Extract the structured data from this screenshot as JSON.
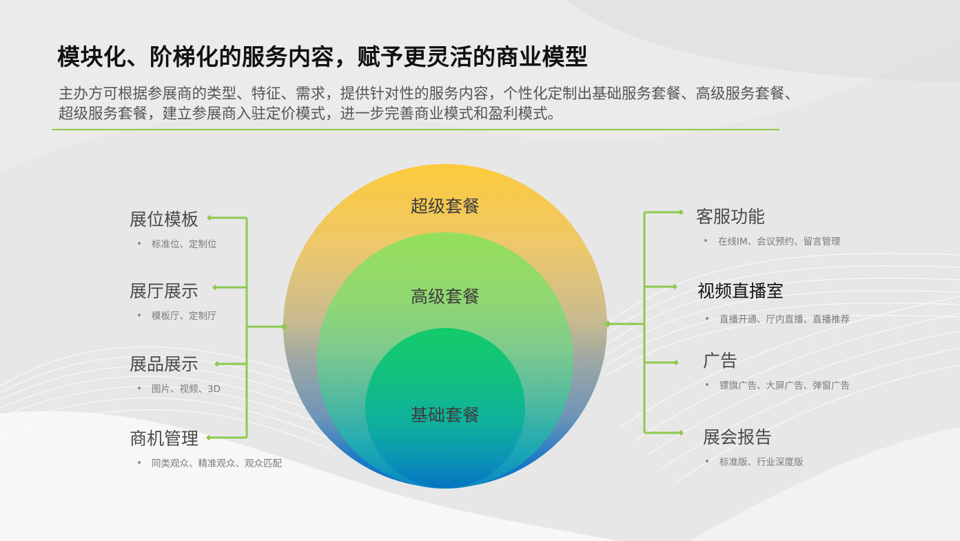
{
  "header": {
    "title": "模块化、阶梯化的服务内容，赋予更灵活的商业模型",
    "subtitle": "主办方可根据参展商的类型、特征、需求，提供针对性的服务内容，个性化定制出基础服务套餐、高级服务套餐、超级服务套餐，建立参展商入驻定价模式，进一步完善商业模式和盈利模式。"
  },
  "colors": {
    "accent_green": "#8dc94e",
    "outer_top": "#fcca3a",
    "outer_bottom": "#0a6ec4",
    "middle_top": "#95df5a",
    "inner_top": "#13cb6a"
  },
  "tiers": [
    {
      "label": "超级套餐"
    },
    {
      "label": "高级套餐"
    },
    {
      "label": "基础套餐"
    }
  ],
  "left_features": [
    {
      "name": "展位模板",
      "desc": "标准位、定制位"
    },
    {
      "name": "展厅展示",
      "desc": "模板厅、定制厅"
    },
    {
      "name": "展品展示",
      "desc": "图片、视频、3D"
    },
    {
      "name": "商机管理",
      "desc": "同类观众、精准观众、观众匹配"
    }
  ],
  "right_features": [
    {
      "name": "客服功能",
      "desc": "在线IM、会议预约、留言管理"
    },
    {
      "name": "视频直播室",
      "desc": "直播开通、厅内直播、直播推荐"
    },
    {
      "name": "广告",
      "desc": "镖旗广告、大屏广告、弹窗广告"
    },
    {
      "name": "展会报告",
      "desc": "标准版、行业深度版"
    }
  ]
}
